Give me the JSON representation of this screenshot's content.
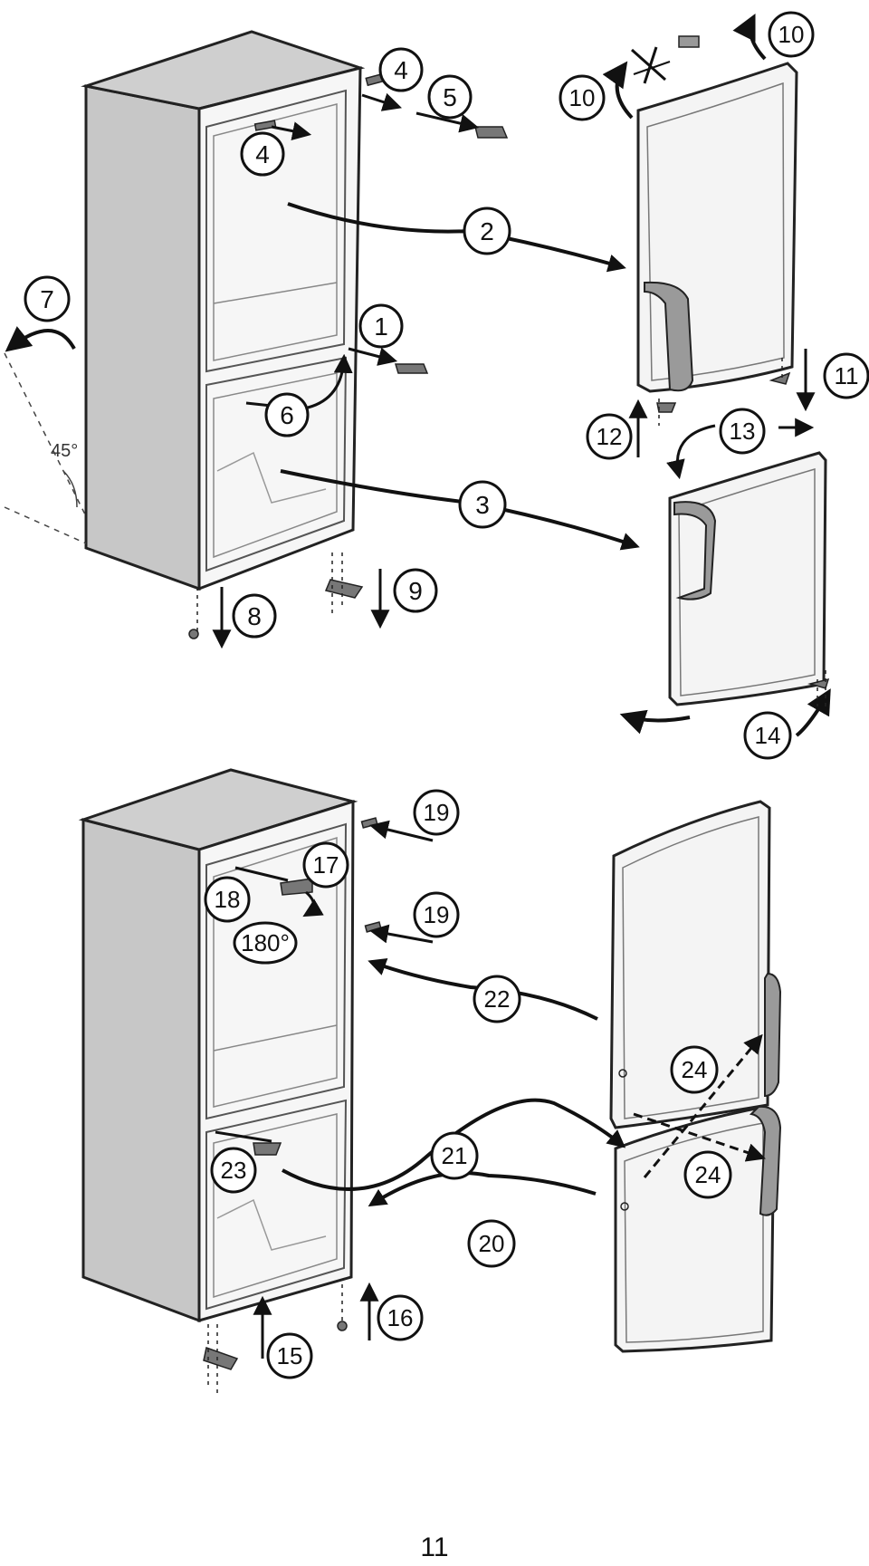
{
  "labels": {
    "n1": "1",
    "n2": "2",
    "n3": "3",
    "n4a": "4",
    "n4b": "4",
    "n5": "5",
    "n6": "6",
    "n7": "7",
    "n8": "8",
    "n9": "9",
    "n10a": "10",
    "n10b": "10",
    "n11": "11",
    "n12": "12",
    "n13": "13",
    "n14": "14",
    "n15": "15",
    "n16": "16",
    "n17": "17",
    "n18": "18",
    "n19a": "19",
    "n19b": "19",
    "n20": "20",
    "n21": "21",
    "n22": "22",
    "n23": "23",
    "n24a": "24",
    "n24b": "24",
    "deg180": "180°",
    "deg45": "45°"
  },
  "page_number": "11"
}
